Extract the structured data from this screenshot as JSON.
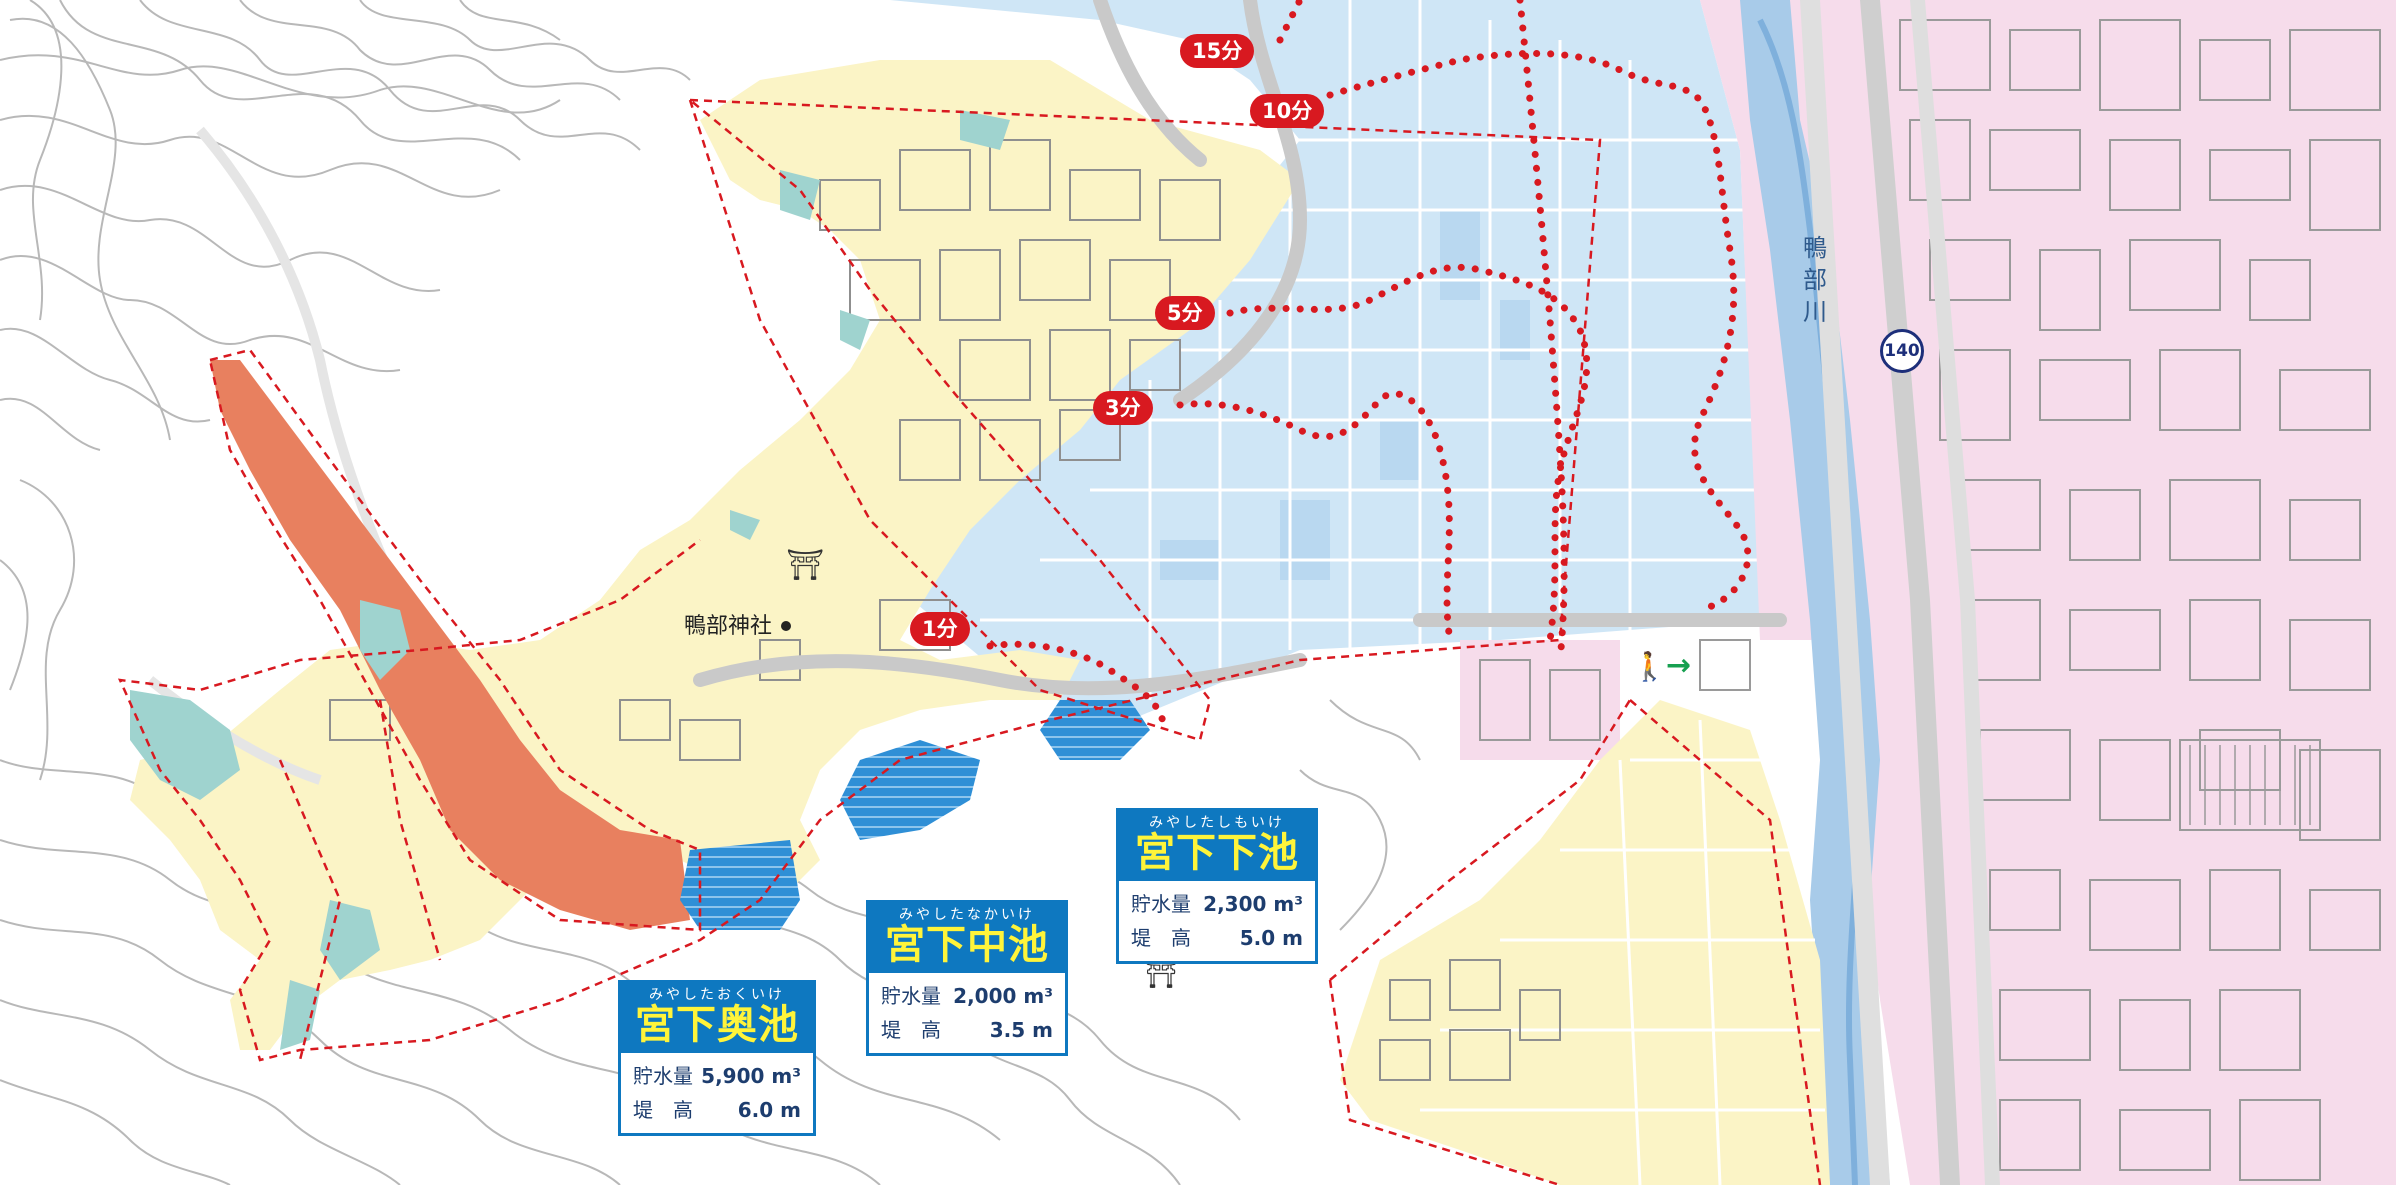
{
  "map": {
    "shrine_name": "鴨部神社",
    "shrine_symbol": "⛩",
    "river_name": [
      "鴨",
      "部",
      "川"
    ],
    "route_number": "140",
    "walk_icon": "walking-person-icon",
    "evac_arrow": "→",
    "time_badges": [
      "15分",
      "10分",
      "5分",
      "3分",
      "1分"
    ],
    "colors": {
      "inundation_blue": "#cfe6f6",
      "pond_blue": "#3a96d8",
      "dam_red": "#e8805f",
      "residential_yellow": "#fbf4c6",
      "urban_pink": "#f6dceb",
      "time_line_red": "#d81920",
      "card_blue": "#0e78c0",
      "card_title_yellow": "#fff43a"
    }
  },
  "ponds": [
    {
      "ruby": "みやしたおくいけ",
      "name": "宮下奥池",
      "storage_label": "貯水量",
      "storage_value": "5,900 m³",
      "height_label": "堤　高",
      "height_value": "6.0 m"
    },
    {
      "ruby": "みやしたなかいけ",
      "name": "宮下中池",
      "storage_label": "貯水量",
      "storage_value": "2,000 m³",
      "height_label": "堤　高",
      "height_value": "3.5 m"
    },
    {
      "ruby": "みやしたしもいけ",
      "name": "宮下下池",
      "storage_label": "貯水量",
      "storage_value": "2,300 m³",
      "height_label": "堤　高",
      "height_value": "5.0 m"
    }
  ]
}
